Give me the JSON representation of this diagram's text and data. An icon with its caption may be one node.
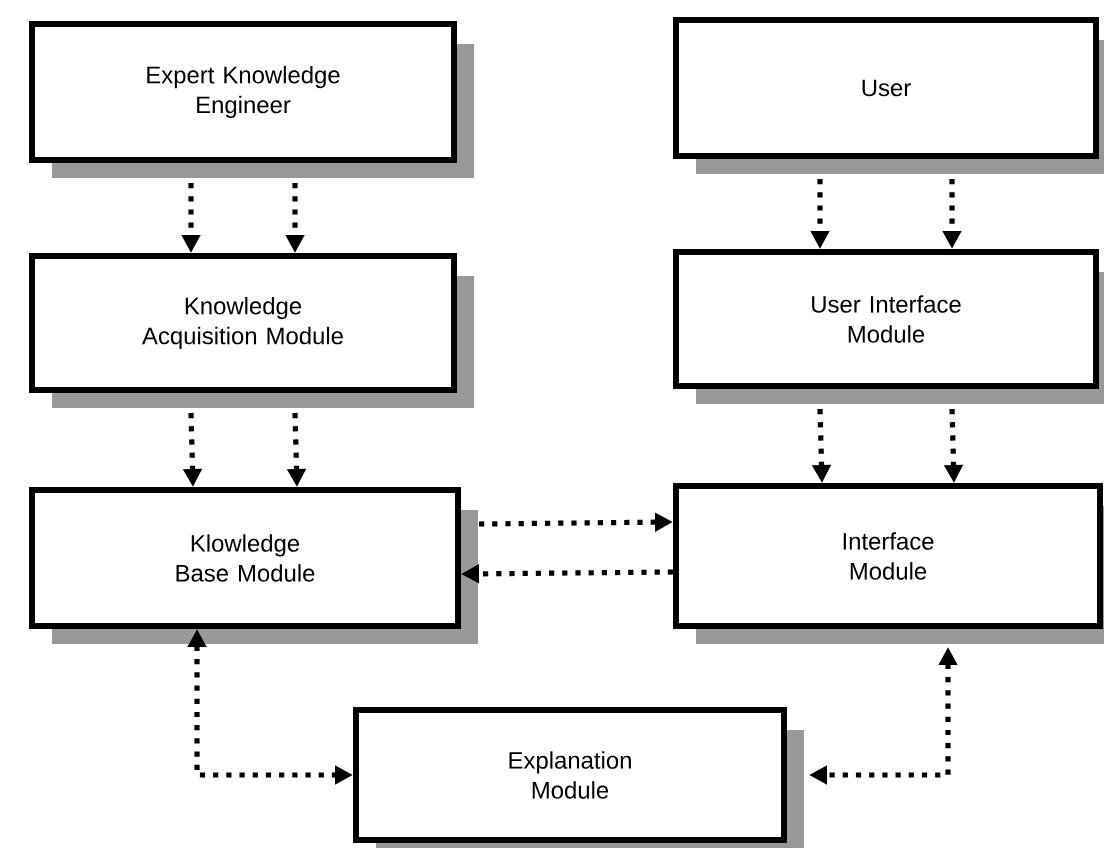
{
  "diagram": {
    "nodes": [
      {
        "text": [
          "Expert Knowledge Engineer"
        ]
      },
      {
        "text": [
          "User"
        ]
      },
      {
        "text": [
          "Knowledge Acquisition Module"
        ]
      },
      {
        "text": [
          "User Interface Module"
        ]
      },
      {
        "text": [
          "Klowledge Base Module"
        ]
      },
      {
        "text": [
          "Interface Module"
        ]
      },
      {
        "text": [
          "Explanation Module"
        ]
      }
    ],
    "edges": [
      {
        "from": 0,
        "to": 2,
        "arrow": "to",
        "style": "dashed"
      },
      {
        "from": 0,
        "to": 2,
        "arrow": "to",
        "style": "dashed"
      },
      {
        "from": 1,
        "to": 3,
        "arrow": "to",
        "style": "dashed"
      },
      {
        "from": 1,
        "to": 3,
        "arrow": "to",
        "style": "dashed"
      },
      {
        "from": 2,
        "to": 4,
        "arrow": "to",
        "style": "dashed"
      },
      {
        "from": 2,
        "to": 4,
        "arrow": "to",
        "style": "dashed"
      },
      {
        "from": 3,
        "to": 5,
        "arrow": "to",
        "style": "dashed"
      },
      {
        "from": 3,
        "to": 5,
        "arrow": "to",
        "style": "dashed"
      },
      {
        "from": 4,
        "to": 5,
        "arrow": "to",
        "style": "dashed"
      },
      {
        "from": 5,
        "to": 4,
        "arrow": "to",
        "style": "dashed"
      },
      {
        "from": 4,
        "to": 6,
        "arrow": "both",
        "style": "dashed"
      },
      {
        "from": 5,
        "to": 6,
        "arrow": "both",
        "style": "dashed"
      }
    ]
  }
}
